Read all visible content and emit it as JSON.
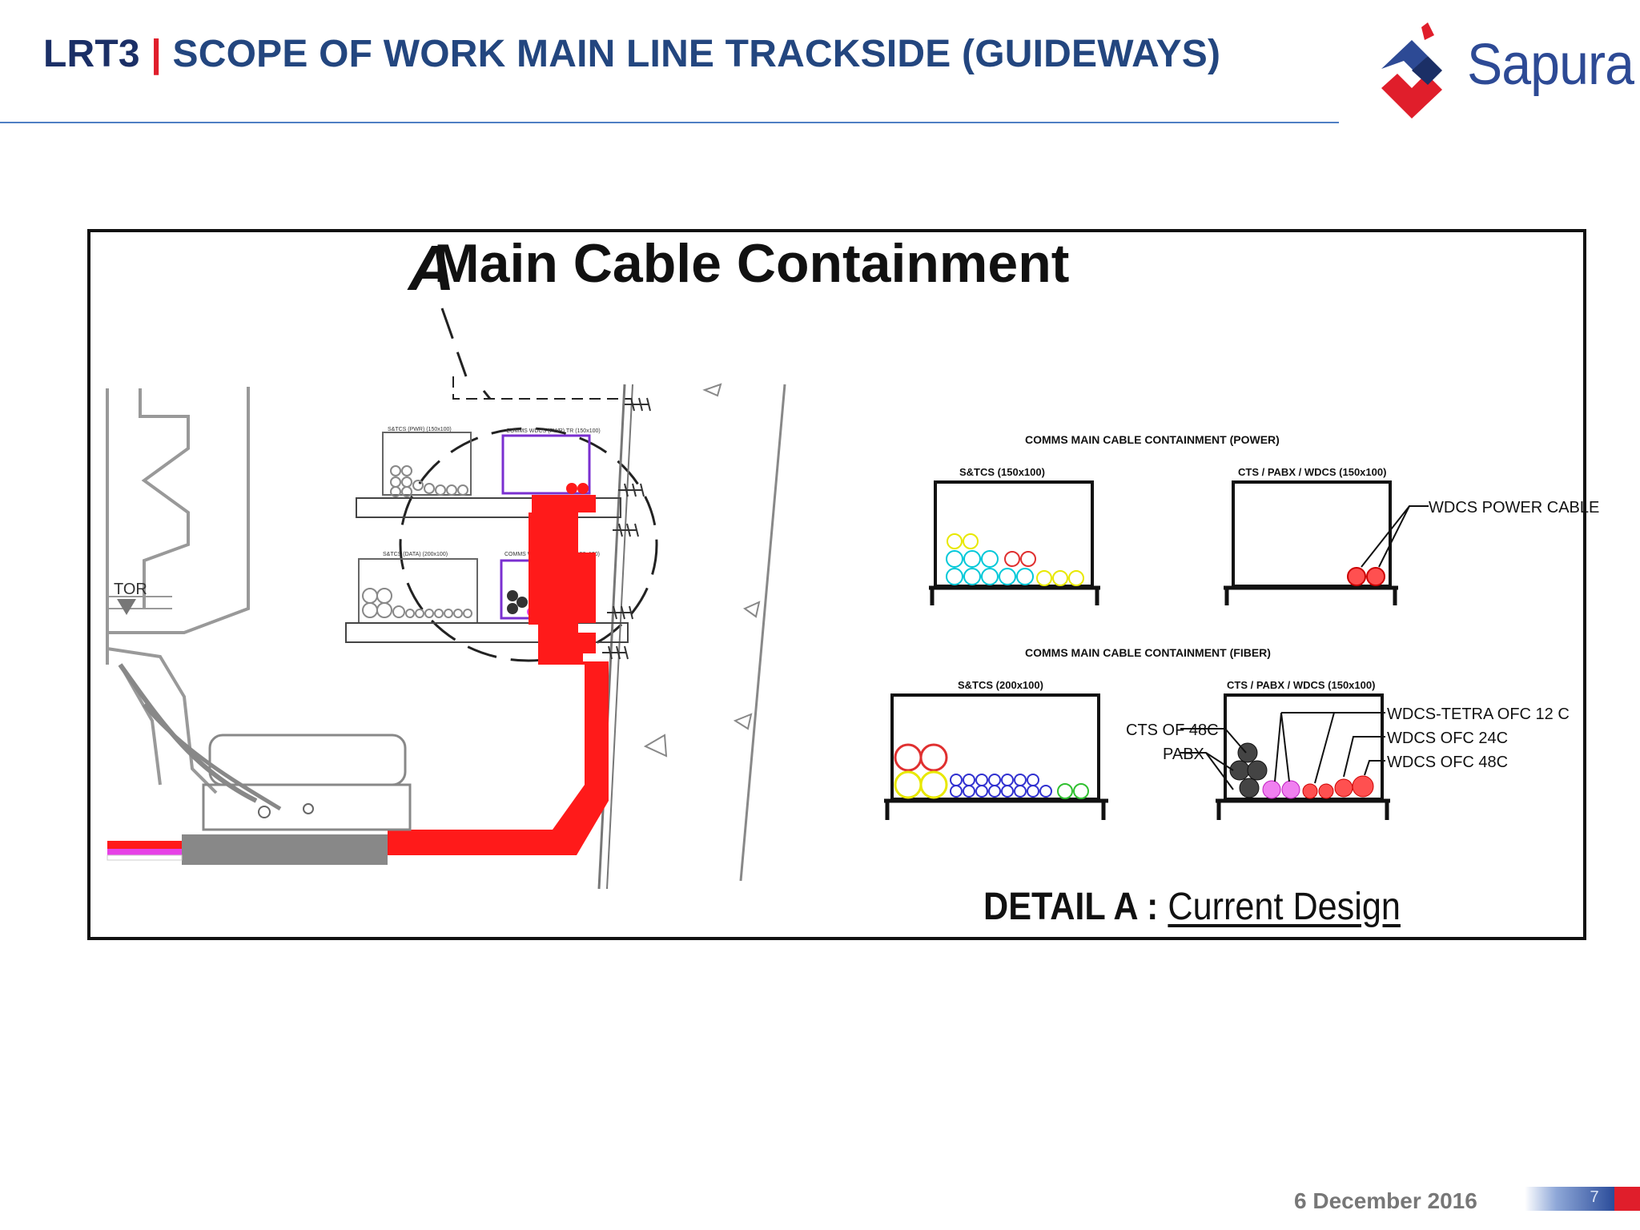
{
  "header": {
    "title_prefix": "LRT3",
    "title_separator": "|",
    "title_main": "SCOPE OF WORK MAIN LINE TRACKSIDE (GUIDEWAYS)",
    "logo_text": "Sapura"
  },
  "diagram": {
    "heading": "Main Cable Containment",
    "callout_letter": "A",
    "tor_label": "TOR",
    "cross_section": {
      "tray1_title": "S&TCS (PWR) (150x100)",
      "tray2_title": "COMMS WDCS (PWR) TR (150x100)",
      "tray3_title": "S&TCS (DATA) (200x100)",
      "tray4_title": "COMMS WDCS (DATA) TR (150x100)"
    },
    "power_section": {
      "title": "COMMS MAIN CABLE CONTAINMENT (POWER)",
      "left_tray_label": "S&TCS (150x100)",
      "right_tray_label": "CTS / PABX / WDCS (150x100)",
      "callout": "WDCS POWER CABLE"
    },
    "fiber_section": {
      "title": "COMMS MAIN CABLE  CONTAINMENT (FIBER)",
      "left_tray_label": "S&TCS (200x100)",
      "right_tray_label": "CTS / PABX / WDCS (150x100)",
      "callouts_left": [
        "CTS OF 48C",
        "PABX"
      ],
      "callouts_right": [
        "WDCS-TETRA OFC 12 C",
        "WDCS OFC 24C",
        "WDCS OFC 48C"
      ]
    },
    "detail_label": "DETAIL A :",
    "detail_sub": "Current Design"
  },
  "footer": {
    "date": "6 December 2016",
    "page_number": "7"
  },
  "colors": {
    "title_blue": "#23467f",
    "accent_red": "#e01e2b",
    "trunk_red": "#ff1a1a",
    "tray_purple": "#7a2fd0"
  }
}
